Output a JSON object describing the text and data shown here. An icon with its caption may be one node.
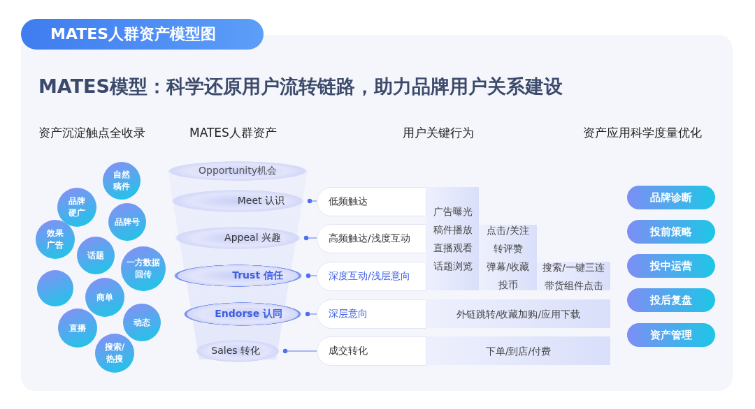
{
  "diagram": {
    "title": "MATES人群资产模型图",
    "nodes": [
      {
        "text": [
          "自然稿件"
        ]
      },
      {
        "text": [
          "品牌硬广"
        ]
      },
      {
        "text": [
          "品牌号"
        ]
      },
      {
        "text": [
          "效果广告"
        ]
      },
      {
        "text": [
          "话题"
        ]
      },
      {
        "text": [
          "一方数据回传"
        ]
      },
      {
        "text": [],
        "shape": "circle"
      },
      {
        "text": [
          "商单"
        ]
      },
      {
        "text": [
          "直播"
        ]
      },
      {
        "text": [
          "动态"
        ]
      },
      {
        "text": [
          "搜索/热搜"
        ]
      },
      {
        "text": [
          "Opportunity机会"
        ]
      },
      {
        "text": [
          "Meet 认识"
        ]
      },
      {
        "text": [
          "Appeal 兴趣"
        ]
      },
      {
        "text": [
          "Trust 信任"
        ]
      },
      {
        "text": [
          "Endorse 认同"
        ]
      },
      {
        "text": [
          "Sales 转化"
        ]
      },
      {
        "text": [
          "低频触达"
        ]
      },
      {
        "text": [
          "高频触达/浅度互动"
        ]
      },
      {
        "text": [
          "深度互动/浅层意向"
        ]
      },
      {
        "text": [
          "深层意向"
        ]
      },
      {
        "text": [
          "成交转化"
        ]
      },
      {
        "text": [
          "广告曝光",
          "稿件播放",
          "直播观看",
          "话题浏览"
        ]
      },
      {
        "text": [
          "点击/关注",
          "转评赞",
          "弹幕/收藏",
          "投币"
        ]
      },
      {
        "text": [
          "搜索/一键三连",
          "带货组件点击"
        ]
      },
      {
        "text": [
          "外链跳转/收藏加购/应用下载"
        ]
      },
      {
        "text": [
          "下单/到店/付费"
        ]
      },
      {
        "text": [
          "品牌诊断"
        ]
      },
      {
        "text": [
          "投前策略"
        ]
      },
      {
        "text": [
          "投中运营"
        ]
      },
      {
        "text": [
          "投后复盘"
        ]
      },
      {
        "text": [
          "资产管理"
        ]
      }
    ],
    "edges": [
      {
        "from": 12,
        "to": 17,
        "arrow": "other"
      },
      {
        "from": 13,
        "to": 18,
        "arrow": "other"
      },
      {
        "from": 14,
        "to": 19,
        "arrow": "other"
      },
      {
        "from": 15,
        "to": 20,
        "arrow": "other"
      },
      {
        "from": 16,
        "to": 21,
        "arrow": "other"
      }
    ],
    "labels": [
      "MATES模型：科学还原用户流转链路，助力品牌用户关系建设",
      "资产沉淀触点全收录",
      "MATES人群资产",
      "用户关键行为",
      "资产应用科学度量优化"
    ]
  }
}
